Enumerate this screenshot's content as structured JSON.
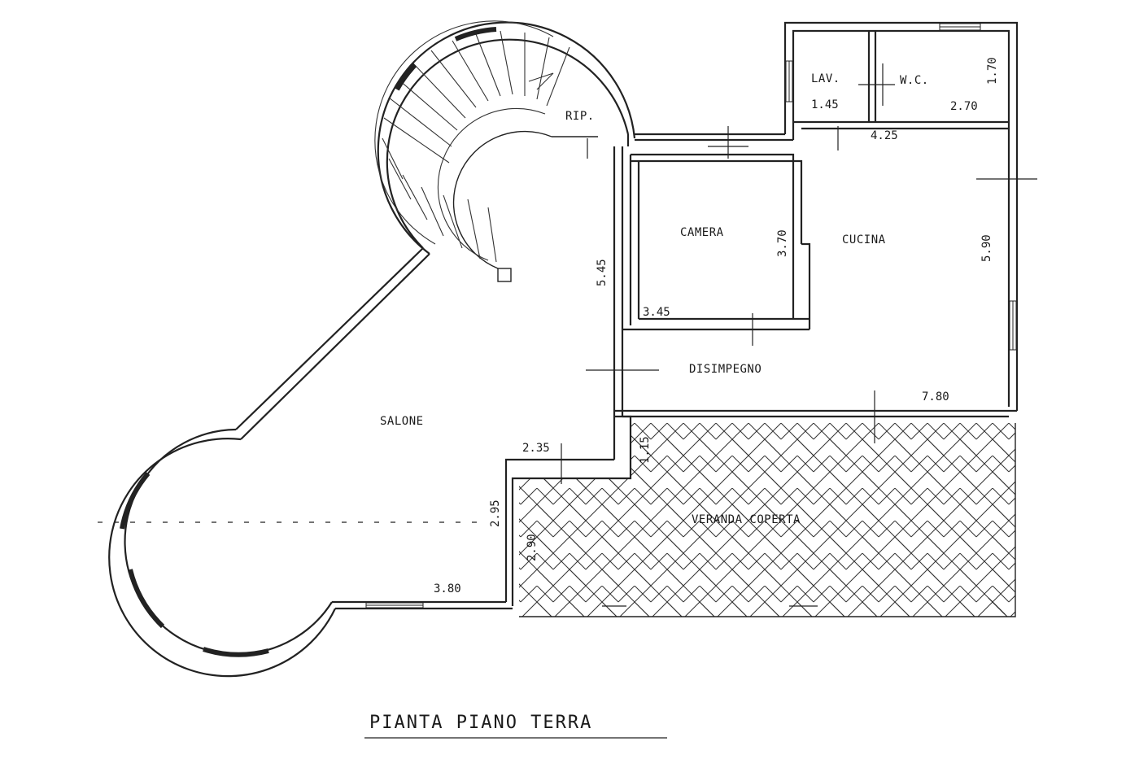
{
  "colors": {
    "ink": "#1a1a1a",
    "paper": "#ffffff"
  },
  "rooms": {
    "rip": "RIP.",
    "lav": "LAV.",
    "wc": "W.C.",
    "camera": "CAMERA",
    "cucina": "CUCINA",
    "disimpegno": "DISIMPEGNO",
    "salone": "SALONE",
    "veranda": "VERANDA COPERTA"
  },
  "dimensions": {
    "lav_width": "1.45",
    "wc_width": "2.70",
    "wc_depth": "1.70",
    "cucina_width": "4.25",
    "cucina_depth": "5.90",
    "camera_depth": "3.70",
    "camera_width": "3.45",
    "corridor_height": "5.45",
    "disimpegno_width": "7.80",
    "salone_step_width": "2.35",
    "veranda_step": "1.15",
    "salone_wall": "2.95",
    "veranda_depth": "2.90",
    "salone_bottom_width": "3.80"
  },
  "title": "PIANTA PIANO TERRA"
}
